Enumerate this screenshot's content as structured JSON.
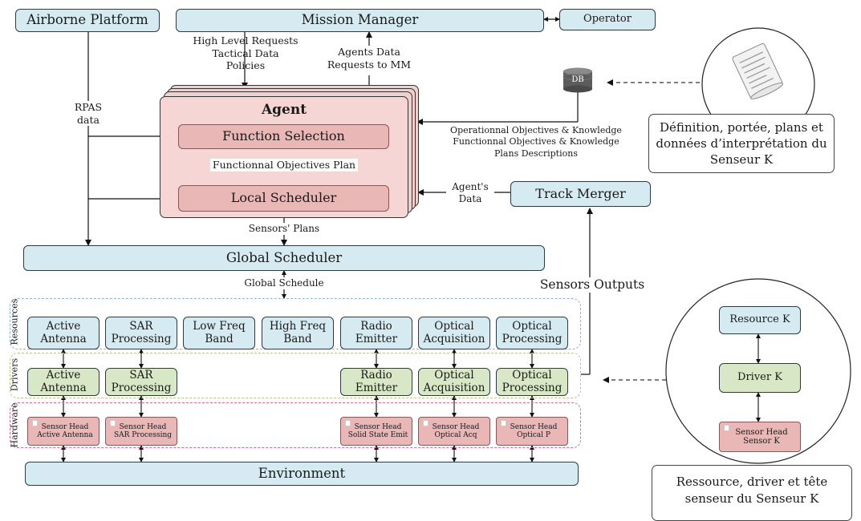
{
  "nodes": {
    "airborne_platform": "Airborne Platform",
    "mission_manager": "Mission Manager",
    "operator": "Operator",
    "agent": "Agent",
    "function_selection": "Function Selection",
    "local_scheduler": "Local Scheduler",
    "track_merger": "Track Merger",
    "global_scheduler": "Global Scheduler",
    "environment": "Environment",
    "db": "DB"
  },
  "labels": {
    "high_level": [
      "High Level Requests",
      "Tactical Data",
      "Policies"
    ],
    "agents_data": [
      "Agents Data",
      "Requests to MM"
    ],
    "rpas": [
      "RPAS",
      "data"
    ],
    "objectives": [
      "Operationnal Objectives & Knowledge",
      "Functionnal Objectives & Knowledge",
      "Plans Descriptions"
    ],
    "functional_plan": "Functionnal Objectives Plan",
    "agents_data_small": [
      "Agent's",
      "Data"
    ],
    "sensors_plans": "Sensors' Plans",
    "global_schedule": "Global Schedule",
    "sensors_outputs": "Sensors Outputs"
  },
  "groups": {
    "resources": "Resources",
    "drivers": "Drivers",
    "hardware": "Hardware"
  },
  "resources": [
    [
      "Active",
      "Antenna"
    ],
    [
      "SAR",
      "Processing"
    ],
    [
      "Low Freq",
      "Band"
    ],
    [
      "High Freq",
      "Band"
    ],
    [
      "Radio",
      "Emitter"
    ],
    [
      "Optical",
      "Acquisition"
    ],
    [
      "Optical",
      "Processing"
    ]
  ],
  "drivers": [
    [
      "Active",
      "Antenna"
    ],
    [
      "SAR",
      "Processing"
    ],
    [
      "Radio",
      "Emitter"
    ],
    [
      "Optical",
      "Acquisition"
    ],
    [
      "Optical",
      "Processing"
    ]
  ],
  "hardware": [
    [
      "Sensor Head",
      "Active Antenna"
    ],
    [
      "Sensor Head",
      "SAR Processing"
    ],
    [
      "Sensor Head",
      "Solid State Emit"
    ],
    [
      "Sensor Head",
      "Optical Acq"
    ],
    [
      "Sensor Head",
      "Optical P"
    ]
  ],
  "callout_top": [
    "Définition, portée, plans et",
    "données d’interprétation  du",
    "Senseur K"
  ],
  "callout_bottom": [
    "Ressource, driver et tête",
    "senseur du Senseur K"
  ],
  "legend_k": {
    "resource": "Resource K",
    "driver": "Driver K",
    "sensor_head": "Sensor Head",
    "sensor": "Sensor K"
  }
}
